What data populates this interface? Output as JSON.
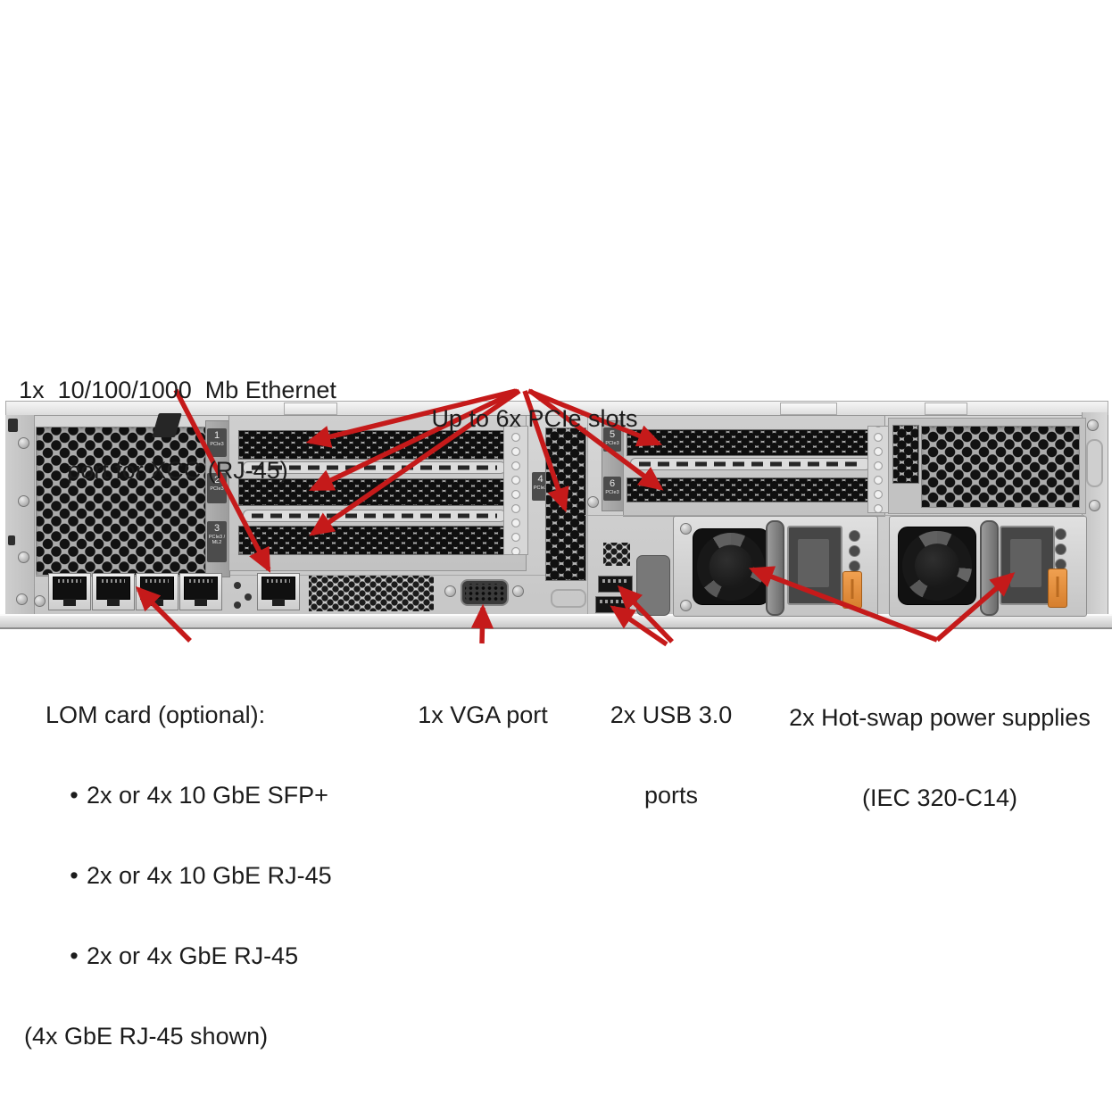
{
  "diagram": {
    "subject": "server-rear-view",
    "colors": {
      "arrow": "#c51a1a",
      "text": "#1c1c1c",
      "orange_latch": "#e2883a"
    }
  },
  "callouts": {
    "ethernet": {
      "line1": "1x  10/100/1000  Mb Ethernet",
      "line2": "port for XCC (RJ-45)"
    },
    "pcie": {
      "text": "Up to 6x PCIe slots"
    },
    "lom": {
      "heading": "LOM card (optional):",
      "bullet": "•",
      "items": [
        "2x or 4x 10 GbE SFP+",
        "2x or 4x 10 GbE RJ-45",
        "2x or 4x GbE RJ-45"
      ],
      "footer": "(4x GbE RJ-45 shown)"
    },
    "vga": {
      "text": "1x VGA port"
    },
    "usb": {
      "line1": "2x USB 3.0",
      "line2": "ports"
    },
    "psu": {
      "line1": "2x Hot-swap power supplies",
      "line2": "(IEC 320-C14)"
    }
  },
  "slots": [
    {
      "num": "1",
      "bus": "PCIe3"
    },
    {
      "num": "2",
      "bus": "PCIe3"
    },
    {
      "num": "3",
      "bus": "PCIe3 / ML2"
    },
    {
      "num": "4",
      "bus": "PCIe3"
    },
    {
      "num": "5",
      "bus": "PCIe3"
    },
    {
      "num": "6",
      "bus": "PCIe3"
    }
  ]
}
